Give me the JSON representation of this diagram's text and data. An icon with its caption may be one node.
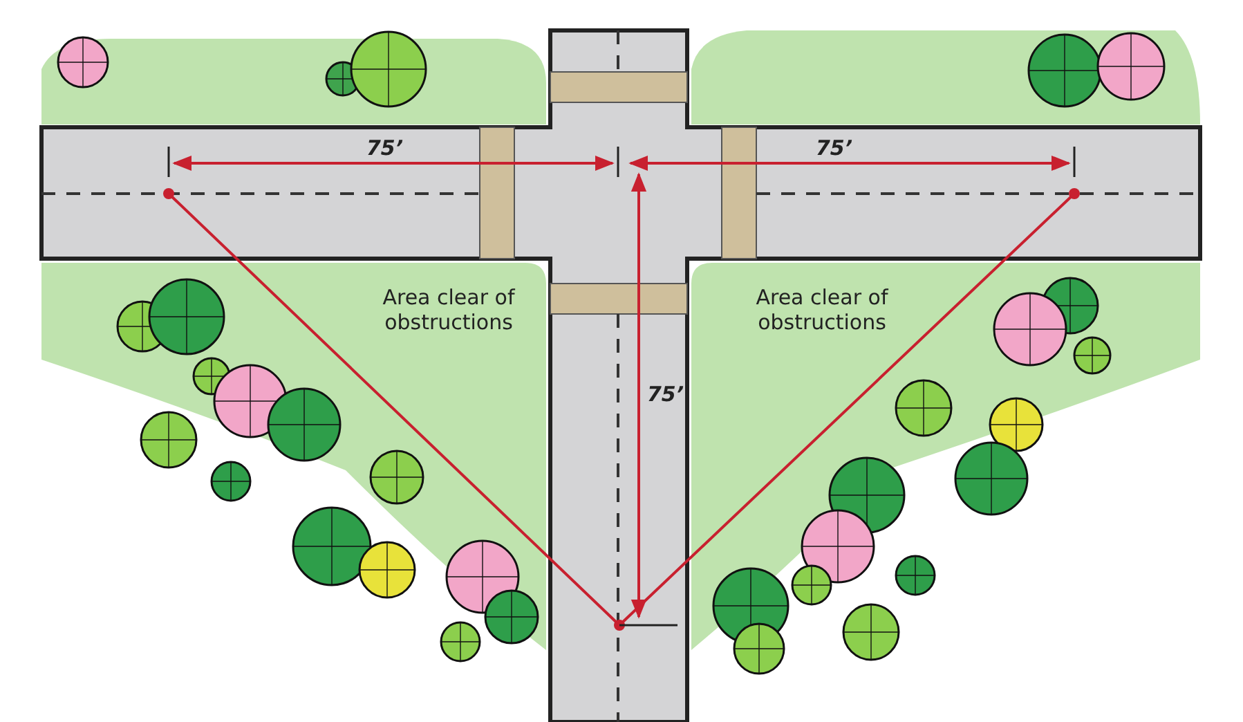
{
  "diagram": {
    "labels": [
      "75’",
      "75’",
      "Area clear of obstructions",
      "Area clear of obstructions",
      "75’"
    ]
  }
}
